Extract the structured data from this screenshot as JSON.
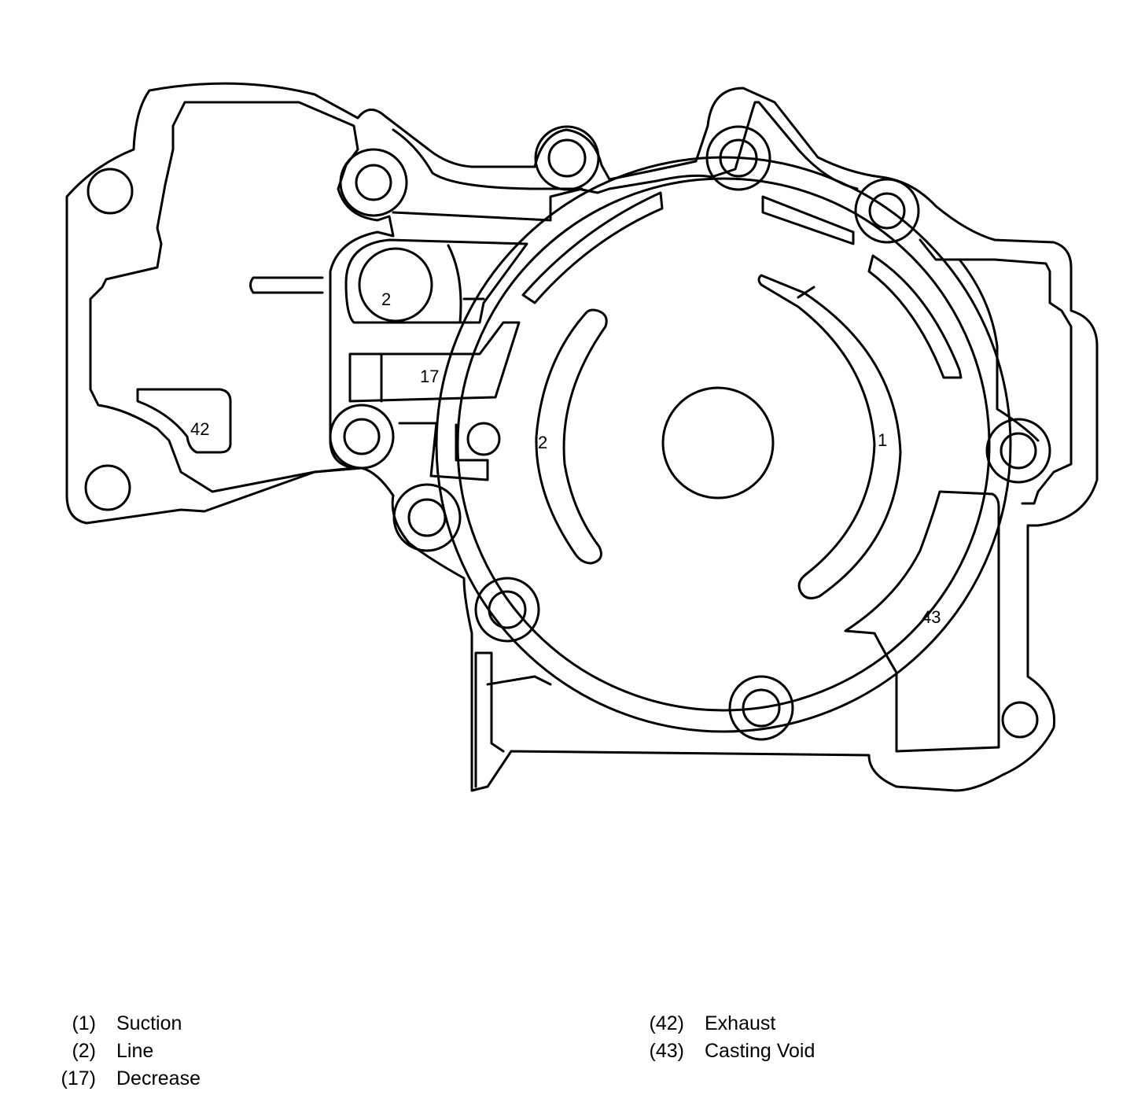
{
  "callouts": {
    "suction_arc": "1",
    "line_bore": "2",
    "line_arc": "2",
    "decrease_passage": "17",
    "exhaust_pocket": "42",
    "casting_void": "43"
  },
  "legend": {
    "left": [
      {
        "num": "(1)",
        "label": "Suction"
      },
      {
        "num": "(2)",
        "label": "Line"
      },
      {
        "num": "(17)",
        "label": "Decrease"
      }
    ],
    "right": [
      {
        "num": "(42)",
        "label": "Exhaust"
      },
      {
        "num": "(43)",
        "label": "Casting Void"
      }
    ]
  }
}
